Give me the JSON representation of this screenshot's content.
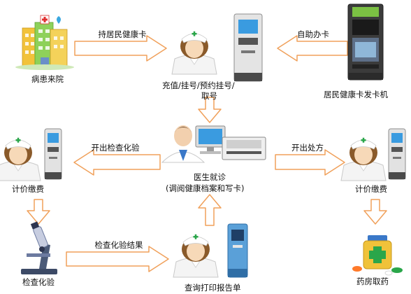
{
  "colors": {
    "arrow_fill": "#ffffff",
    "arrow_stroke": "#f0a05a",
    "nurse_cross": "#2aa64a",
    "kiosk_screen": "#3a9be0"
  },
  "nodes": {
    "patient_arrival": {
      "label": "病患来院",
      "icon": "hospital-building-icon"
    },
    "recharge": {
      "line1": "充值/挂号/预约挂号/",
      "line2": "取号",
      "icon": "nurse-kiosk-icon"
    },
    "card_machine": {
      "label": "居民健康卡发卡机",
      "icon": "card-issuing-machine-icon"
    },
    "doctor": {
      "line1": "医生就诊",
      "line2": "(调阅健康档案和写卡)",
      "icon": "doctor-computer-icon"
    },
    "pay_left": {
      "label": "计价缴费",
      "icon": "nurse-kiosk-icon"
    },
    "pay_right": {
      "label": "计价缴费",
      "icon": "nurse-kiosk-icon"
    },
    "lab_test": {
      "label": "检查化验",
      "icon": "microscope-icon"
    },
    "print_report": {
      "label": "查询打印报告单",
      "icon": "nurse-kiosk-icon"
    },
    "pharmacy": {
      "label": "药房取药",
      "icon": "medicine-bottle-icon"
    }
  },
  "edges": {
    "hold_card": "持居民健康卡",
    "self_service": "自助办卡",
    "order_tests": "开出检查化验",
    "prescribe": "开出处方",
    "test_results": "检查化验结果"
  }
}
